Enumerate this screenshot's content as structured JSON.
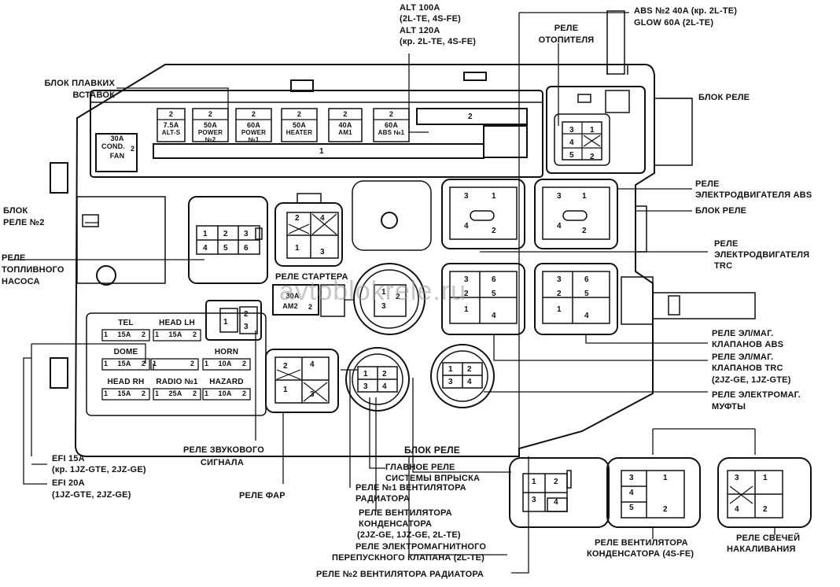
{
  "labels": {
    "alt_100": "ALT 100A",
    "alt_100_note": "(2L-TE, 4S-FE)",
    "alt_120": "ALT 120A",
    "alt_120_note": "(кр. 2L-TE, 4S-FE)",
    "abs2": "ABS №2  40A (кр. 2L-TE)",
    "glow": "GLOW  60A (2L-TE)",
    "heater_relay_1": "РЕЛЕ",
    "heater_relay_2": "ОТОПИТЕЛЯ",
    "fuse_block_1": "БЛОК ПЛАВКИХ",
    "fuse_block_2": "ВСТАВОК",
    "relay_block_top": "БЛОК РЕЛЕ",
    "abs_motor_relay_1": "РЕЛЕ",
    "abs_motor_relay_2": "ЭЛЕКТРОДВИГАТЕЛЯ ABS",
    "relay_block_right": "БЛОК РЕЛЕ",
    "relay_block2_1": "БЛОК",
    "relay_block2_2": "РЕЛЕ №2",
    "fuel_pump_1": "РЕЛЕ",
    "fuel_pump_2": "ТОПЛИВНОГО",
    "fuel_pump_3": "НАСОСА",
    "trc_motor_1": "РЕЛЕ",
    "trc_motor_2": "ЭЛЕКТРОДВИГАТЕЛЯ",
    "trc_motor_3": "TRC",
    "starter_relay": "РЕЛЕ СТАРТЕРА",
    "abs_valves_1": "РЕЛЕ ЭЛ/МАГ.",
    "abs_valves_2": "КЛАПАНОВ ABS",
    "trc_valves_1": "РЕЛЕ ЭЛ/МАГ.",
    "trc_valves_2": "КЛАПАНОВ TRC",
    "trc_valves_3": "(2JZ-GE, 1JZ-GTE)",
    "clutch_1": "РЕЛЕ ЭЛЕКТРОМАГ.",
    "clutch_2": "МУФТЫ",
    "horn_relay_1": "РЕЛЕ ЗВУКОВОГО",
    "horn_relay_2": "СИГНАЛА",
    "efi15": "EFI  15A",
    "efi15_note": "(кр. 1JZ-GTE, 2JZ-GE)",
    "efi20": "EFI  20A",
    "efi20_note": "(1JZ-GTE, 2JZ-GE)",
    "headlight_relay": "РЕЛЕ ФАР",
    "relay_block_bottom": "БЛОК РЕЛЕ",
    "main_injection_1": "ГЛАВНОЕ РЕЛЕ",
    "main_injection_2": "СИСТЕМЫ ВПРЫСКА",
    "rad_fan1_1": "РЕЛЕ №1 ВЕНТИЛЯТОРА",
    "rad_fan1_2": "РАДИАТОРА",
    "cond_fan_1": "РЕЛЕ ВЕНТИЛЯТОРА",
    "cond_fan_2": "КОНДЕНСАТОРА",
    "cond_fan_3": "(2JZ-GE, 1JZ-GE, 2L-TE)",
    "bypass_1": "РЕЛЕ ЭЛЕКТРОМАГНИТНОГО",
    "bypass_2": "ПЕРЕПУСКНОГО КЛАПАНА (2L-TE)",
    "rad_fan2": "РЕЛЕ №2 ВЕНТИЛЯТОРА РАДИАТОРА",
    "cond_fan_4s_1": "РЕЛЕ ВЕНТИЛЯТОРА",
    "cond_fan_4s_2": "КОНДЕНСАТОРА (4S-FE)",
    "glow_relay_1": "РЕЛЕ СВЕЧЕЙ",
    "glow_relay_2": "НАКАЛИВАНИЯ"
  },
  "fusible_links": [
    {
      "num": "2",
      "amp": "7.5A",
      "name": "ALT-S",
      "name2": ""
    },
    {
      "num": "2",
      "amp": "50A",
      "name": "POWER",
      "name2": "№2"
    },
    {
      "num": "2",
      "amp": "60A",
      "name": "POWER",
      "name2": "№1"
    },
    {
      "num": "2",
      "amp": "50A",
      "name": "HEATER",
      "name2": ""
    },
    {
      "num": "2",
      "amp": "40A",
      "name": "AM1",
      "name2": ""
    },
    {
      "num": "2",
      "amp": "60A",
      "name": "ABS №1",
      "name2": ""
    }
  ],
  "cond_fan_fuse": {
    "amp": "30A",
    "name": "COND.",
    "num": "2",
    "name2": "FAN"
  },
  "strip_number_1": "1",
  "strip_number_2": "2",
  "am2_fuse": {
    "amp": "30A",
    "name": "AM2",
    "num": "2"
  },
  "fuses": [
    {
      "name": "TEL",
      "a": "1",
      "amp": "15A",
      "b": "2"
    },
    {
      "name": "HEAD LH",
      "a": "1",
      "amp": "15A",
      "b": "2"
    },
    {
      "name": "DOME",
      "a": "1",
      "amp": "15A",
      "b": "2"
    },
    {
      "name": "",
      "a": "1",
      "amp": "",
      "b": "2"
    },
    {
      "name": "HORN",
      "a": "1",
      "amp": "10A",
      "b": "2"
    },
    {
      "name": "HEAD RH",
      "a": "1",
      "amp": "15A",
      "b": "2"
    },
    {
      "name": "RADIO №1",
      "a": "1",
      "amp": "25A",
      "b": "2"
    },
    {
      "name": "HAZARD",
      "a": "1",
      "amp": "10A",
      "b": "2"
    }
  ],
  "watermark": "avtoblokrele.ru",
  "colors": {
    "ink": "#111111",
    "paper": "#ffffff",
    "watermark": "#9a9a9a"
  }
}
